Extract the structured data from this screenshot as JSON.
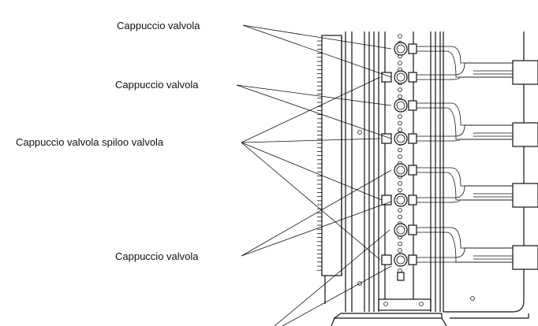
{
  "diagram": {
    "labels": [
      "Cappuccio valvola",
      "Cappuccio valvola",
      "Cappuccio valvola spiloo valvola",
      "Cappuccio valvola"
    ]
  }
}
